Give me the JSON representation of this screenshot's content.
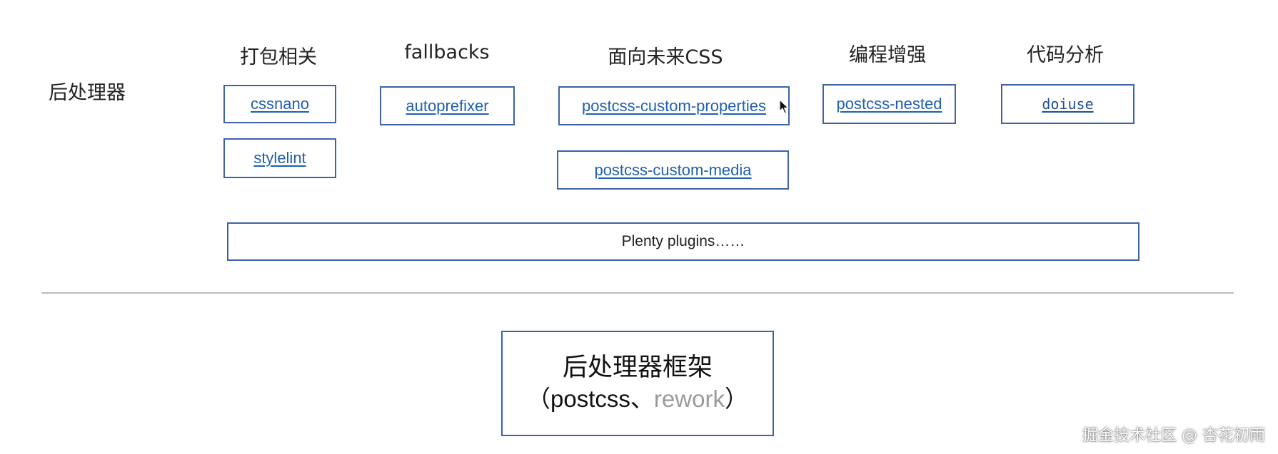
{
  "side_label": "后处理器",
  "columns": [
    {
      "header": "打包相关",
      "plugins": [
        "cssnano",
        "stylelint"
      ]
    },
    {
      "header": "fallbacks",
      "plugins": [
        "autoprefixer"
      ]
    },
    {
      "header": "面向未来CSS",
      "plugins": [
        "postcss-custom-properties",
        "postcss-custom-media"
      ]
    },
    {
      "header": "编程增强",
      "plugins": [
        "postcss-nested"
      ]
    },
    {
      "header": "代码分析",
      "plugins": [
        "doiuse"
      ]
    }
  ],
  "plenty": "Plenty plugins……",
  "framework": {
    "title": "后处理器框架",
    "open_paren": "（",
    "primary": "postcss",
    "separator": "、",
    "secondary": "rework",
    "close_paren": "）"
  },
  "watermark": "掘金技术社区 @ 杏花初雨",
  "colors": {
    "box_border": "#3d63a3",
    "link": "#1f5fb0",
    "divider": "#bdbdbd",
    "muted_text": "#9a9a9a"
  }
}
